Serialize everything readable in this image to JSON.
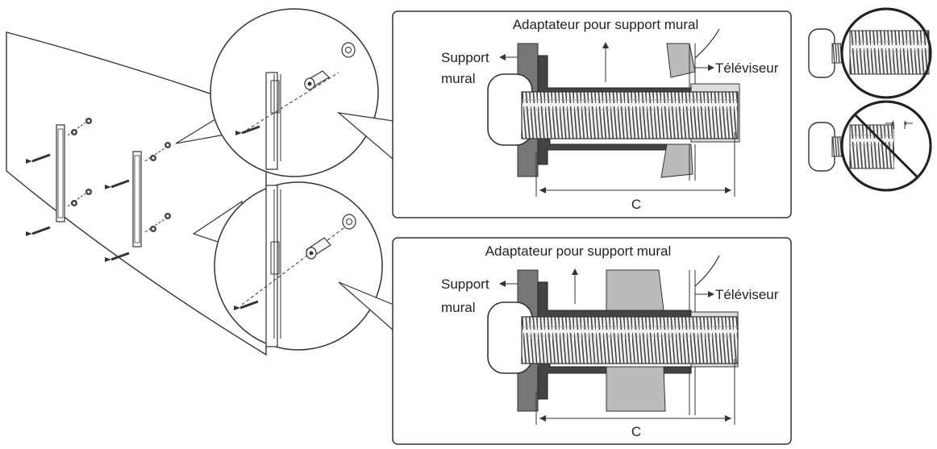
{
  "panels": [
    {
      "adapter_label": "Adaptateur pour support mural",
      "wall_label_line1": "Support",
      "wall_label_line2": "mural",
      "tv_label": "Téléviseur",
      "dimension_label": "C"
    },
    {
      "adapter_label": "Adaptateur pour support mural",
      "wall_label_line1": "Support",
      "wall_label_line2": "mural",
      "tv_label": "Téléviseur",
      "dimension_label": "C"
    }
  ]
}
